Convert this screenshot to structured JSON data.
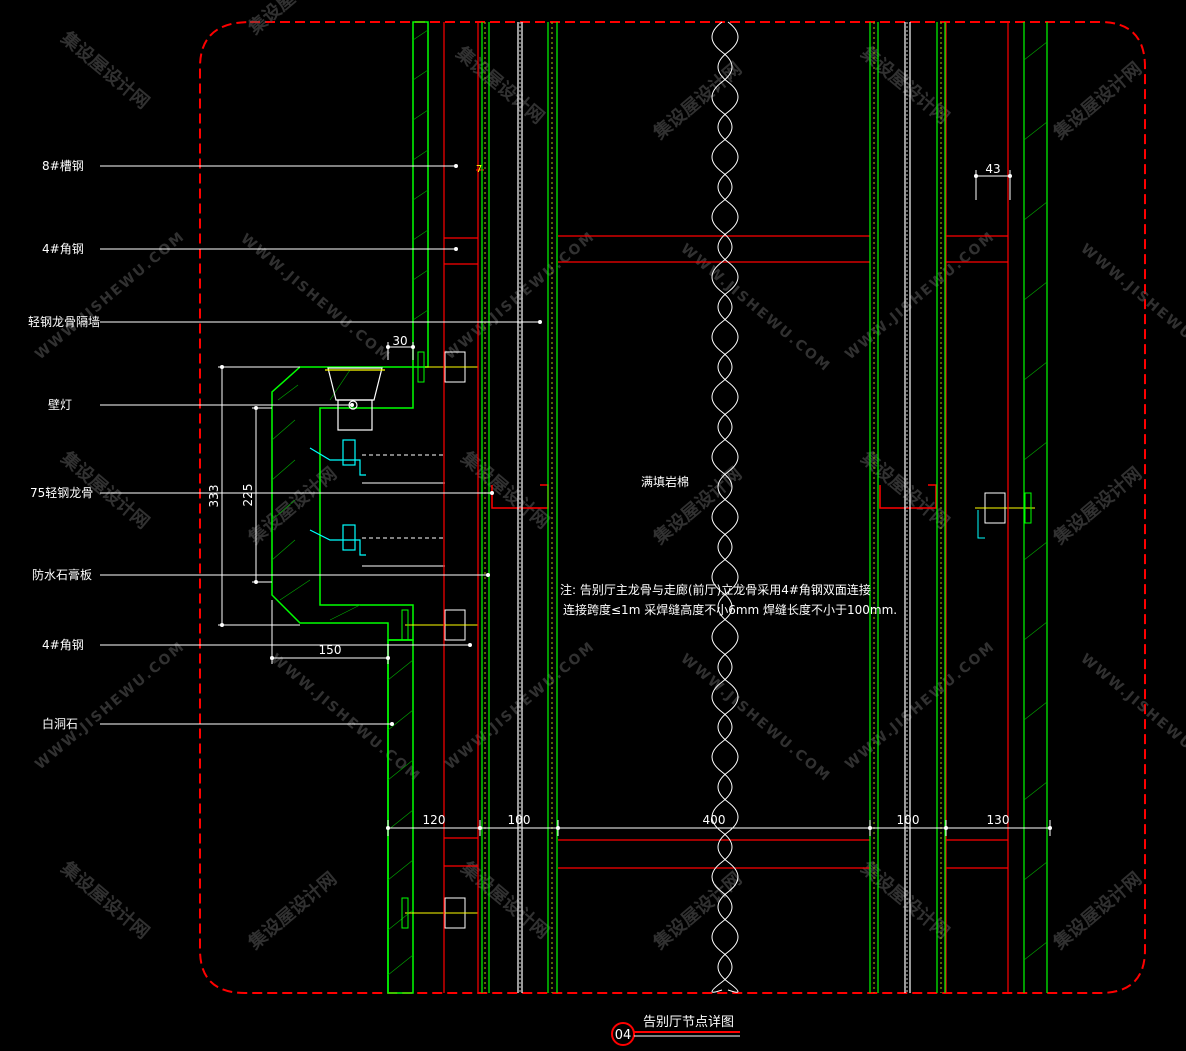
{
  "labels": {
    "channel_steel": "8#槽钢",
    "angle_steel_top": "4#角钢",
    "light_steel_partition": "轻钢龙骨隔墙",
    "wall_lamp": "壁灯",
    "light_steel_keel": "75轻钢龙骨",
    "waterproof_gypsum": "防水石膏板",
    "angle_steel_bottom": "4#角钢",
    "white_marble": "白洞石",
    "rock_wool": "满填岩棉"
  },
  "note": {
    "line1": "注: 告别厅主龙骨与走廊(前厅)立龙骨采用4#角钢双面连接",
    "line2": "连接跨度≤1m 采焊缝高度不小6mm 焊缝长度不小于100mm."
  },
  "dimensions": {
    "d7": "7",
    "d43": "43",
    "d30": "30",
    "d333": "333",
    "d225": "225",
    "d150": "150",
    "d120": "120",
    "d100a": "100",
    "d400": "400",
    "d100b": "100",
    "d130": "130"
  },
  "title": {
    "number": "04",
    "text": "告别厅节点详图"
  },
  "watermark": {
    "cn": "集设屋设计网",
    "en": "WWW.JISHEWU.COM"
  },
  "colors": {
    "background": "#000000",
    "red": "#ff0000",
    "green": "#00ff00",
    "white": "#ffffff",
    "cyan": "#00ffff",
    "yellow": "#ffff00",
    "magenta": "#ff00ff"
  }
}
